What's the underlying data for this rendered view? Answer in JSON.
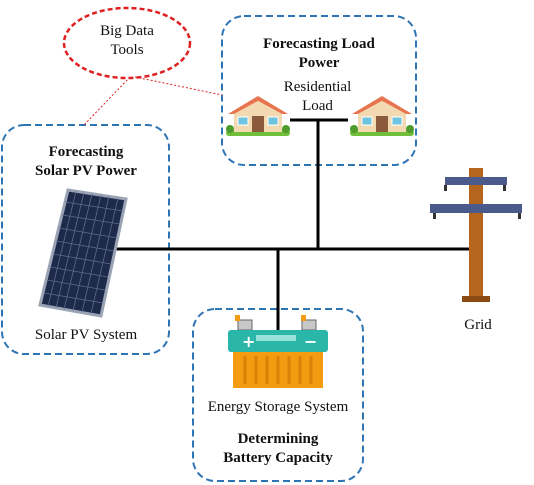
{
  "big_data": {
    "line1": "Big Data",
    "line2": "Tools"
  },
  "load_box": {
    "title_line1": "Forecasting Load",
    "title_line2": "Power",
    "sub_line1": "Residential",
    "sub_line2": "Load"
  },
  "solar_box": {
    "title_line1": "Forecasting",
    "title_line2": "Solar PV Power",
    "caption": "Solar PV System"
  },
  "storage_box": {
    "caption": "Energy Storage System",
    "title_line1": "Determining",
    "title_line2": "Battery Capacity"
  },
  "grid": {
    "label": "Grid"
  },
  "colors": {
    "dashed_border": "#2e75b6",
    "big_data_border": "#e02020",
    "bus_line": "#000000",
    "battery_body": "#f39c12",
    "battery_top": "#2ab7a9",
    "pole": "#b5651d",
    "crossarm": "#4a5a8a"
  }
}
